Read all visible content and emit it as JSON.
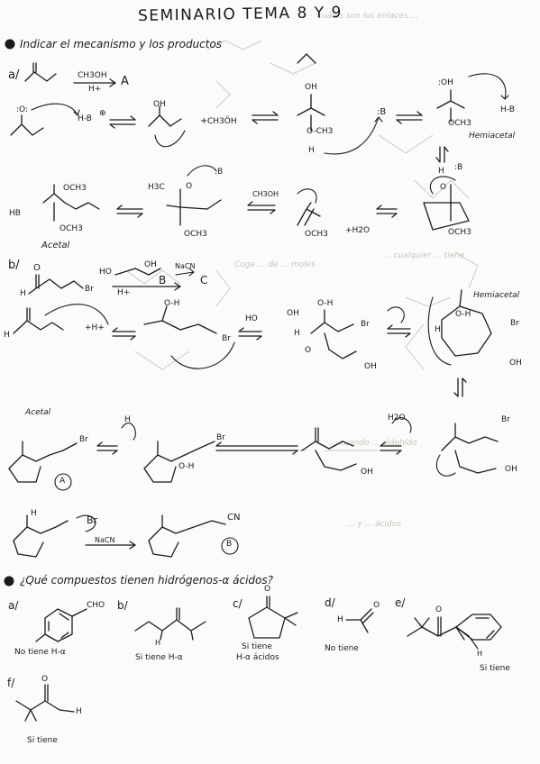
{
  "title": "SEMINARIO TEMA 8 Y 9",
  "q1": {
    "heading": "Indicar el mecanismo y los productos",
    "a": {
      "label": "a/",
      "reagent": "CH3OH",
      "catalyst": "H+",
      "product": "A",
      "step1": {
        "o": ":O:",
        "hb": "H-B",
        "charge": "⊕"
      },
      "step2": {
        "oh": "OH",
        "plus": "+",
        "meoh": "CH3ÖH"
      },
      "step3": {
        "oh": "OH",
        "och3": "O-CH3",
        "h": "H",
        "base": ":B"
      },
      "hemiacetal": {
        "oh": ":OH",
        "och3": "OCH3",
        "hb": "H-B",
        "label": "Hemiacetal"
      },
      "step5": {
        "h": "H",
        "o": "O",
        "och3": "OCH3",
        "b": ":B"
      },
      "step6": {
        "h3c": "H3C",
        "o": "O",
        "och3": "OCH3",
        "b": ":B"
      },
      "step7": {
        "meoh": "CH3OH",
        "och3": "OCH3",
        "h2o": "+H2O"
      },
      "acetal": {
        "hb": "HB",
        "och3_top": "OCH3",
        "och3_bot": "OCH3",
        "label": "Acetal"
      }
    },
    "b": {
      "label": "b/",
      "o": "O",
      "h": "H",
      "br": "Br",
      "diol_ho": "HO",
      "diol_oh": "OH",
      "catalyst": "H+",
      "product_b": "B",
      "reagent2": "NaCN",
      "product_c": "C",
      "row2": {
        "h": "H",
        "hplus": "+H+",
        "oh": "O-H",
        "br": "Br",
        "ho": "HO",
        "oh2": "OH",
        "ohtop": "O-H",
        "h2": "H",
        "o2": "O",
        "oh3": "OH"
      },
      "hemiacetal": {
        "label": "Hemiacetal",
        "h": "H",
        "o": "O-H",
        "br": "Br",
        "oh": "OH"
      },
      "acetal": {
        "label": "Acetal",
        "br": "Br",
        "a": "A"
      },
      "row3": {
        "h": "H",
        "br": "Br",
        "oh": "O-H",
        "h2o": "H2O",
        "oh2": "OH",
        "br2": "Br",
        "oh3": "OH"
      },
      "final": {
        "h": "H",
        "br": "Br",
        "nacn": "NaCN",
        "cn": "CN",
        "b": "B"
      }
    }
  },
  "q2": {
    "heading": "¿Qué compuestos tienen hidrógenos-α ácidos?",
    "items": [
      {
        "label": "a/",
        "group": "CHO",
        "answer": "No tiene H-α"
      },
      {
        "label": "b/",
        "answer": "Si tiene H-α",
        "h": "H"
      },
      {
        "label": "c/",
        "answer": "Si tiene",
        "answer2": "H-α ácidos",
        "o": "O"
      },
      {
        "label": "d/",
        "answer": "No tiene",
        "h": "H",
        "o": "O"
      },
      {
        "label": "e/",
        "answer": "Si tiene",
        "o": "O",
        "h": "H"
      },
      {
        "label": "f/",
        "answer": "Si tiene",
        "o": "O",
        "h": "H"
      }
    ]
  }
}
